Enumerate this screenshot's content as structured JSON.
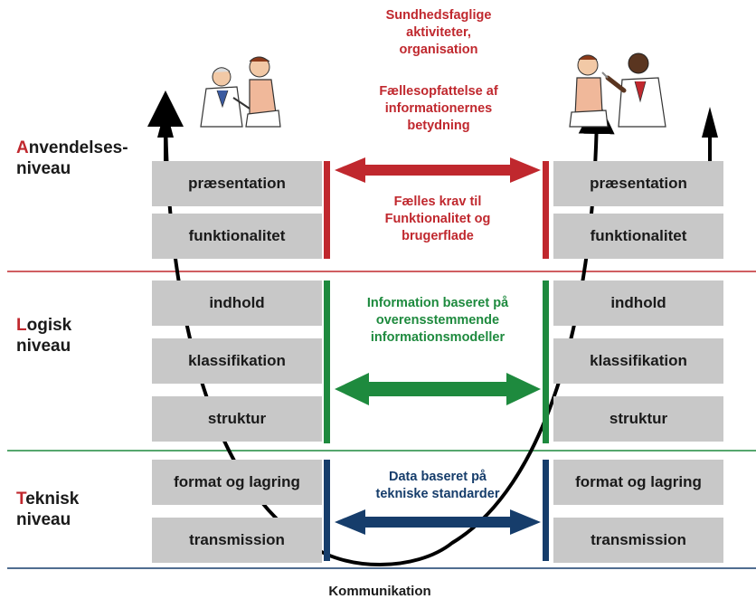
{
  "levels": [
    {
      "initial": "A",
      "rest_line1": "nvendelses-",
      "line2": "niveau"
    },
    {
      "initial": "L",
      "rest_line1": "ogisk",
      "line2": "niveau"
    },
    {
      "initial": "T",
      "rest_line1": "eknisk",
      "line2": "niveau"
    }
  ],
  "left_stack": [
    "præsentation",
    "funktionalitet",
    "indhold",
    "klassifikation",
    "struktur",
    "format og lagring",
    "transmission"
  ],
  "right_stack": [
    "præsentation",
    "funktionalitet",
    "indhold",
    "klassifikation",
    "struktur",
    "format og lagring",
    "transmission"
  ],
  "top_text": {
    "activities": [
      "Sundhedsfaglige",
      "aktiviteter,",
      "organisation"
    ],
    "shared_understanding": [
      "Fællesopfattelse af",
      "informationernes",
      "betydning"
    ]
  },
  "center_text": {
    "application": [
      "Fælles krav til",
      "Funktionalitet og",
      "brugerflade"
    ],
    "logical": [
      "Information baseret på",
      "overensstemmende",
      "informationsmodeller"
    ],
    "technical": [
      "Data baseret på",
      "tekniske standarder"
    ]
  },
  "bottom_label": "Kommunikation",
  "colors": {
    "application": "#c0282e",
    "logical": "#1e8a3e",
    "technical": "#163d6b",
    "box": "#c8c8c8"
  }
}
